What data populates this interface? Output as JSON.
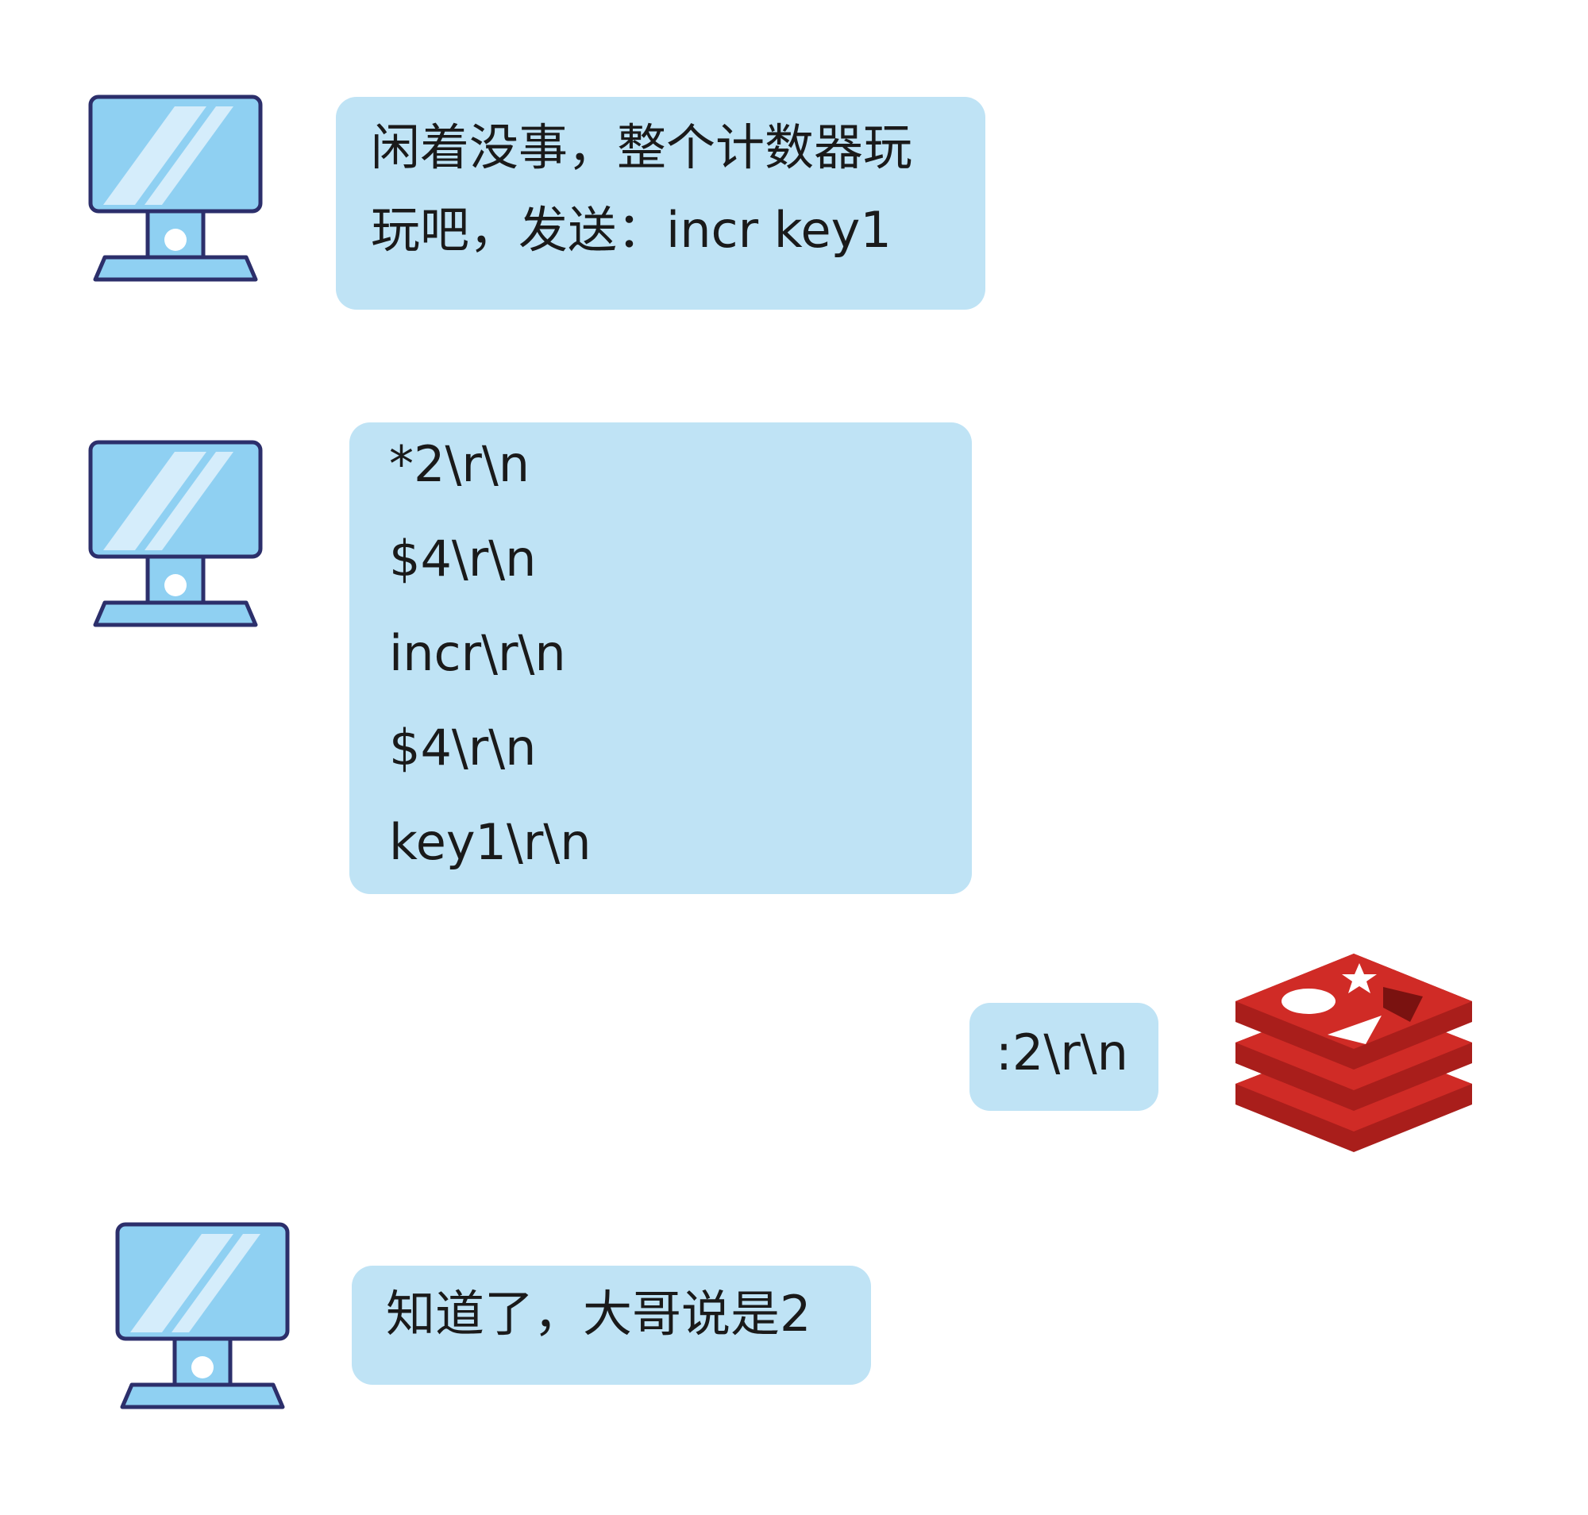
{
  "conversation": {
    "client_icon": "desktop-computer-icon",
    "server_icon": "redis-logo",
    "colors": {
      "bubble": "#bfe3f5",
      "monitor_screen": "#8fd0f2",
      "monitor_outline": "#2c2f6b",
      "redis_red": "#d02b26"
    },
    "messages": [
      {
        "from": "client",
        "lines": [
          "闲着没事，整个计数器玩",
          "玩吧，发送：incr key1"
        ]
      },
      {
        "from": "client",
        "lines": [
          "*2\\r\\n",
          "$4\\r\\n",
          "incr\\r\\n",
          "$4\\r\\n",
          "key1\\r\\n"
        ]
      },
      {
        "from": "server",
        "lines": [
          ":2\\r\\n"
        ]
      },
      {
        "from": "client",
        "lines": [
          "知道了，大哥说是2"
        ]
      }
    ]
  }
}
